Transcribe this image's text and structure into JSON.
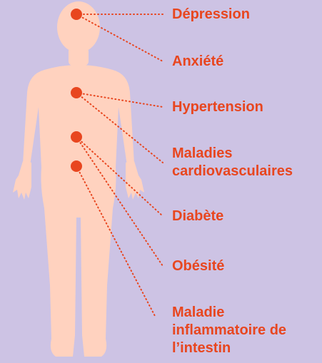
{
  "colors": {
    "background": "#cdc3e4",
    "body": "#ffd2bf",
    "accent": "#e8461f"
  },
  "conditions": [
    {
      "id": "depression",
      "lines": [
        "Dépression"
      ]
    },
    {
      "id": "anxiete",
      "lines": [
        "Anxiété"
      ]
    },
    {
      "id": "hypertension",
      "lines": [
        "Hypertension"
      ]
    },
    {
      "id": "maladies-cardiovasculaires",
      "lines": [
        "Maladies",
        "cardiovasculaires"
      ]
    },
    {
      "id": "diabete",
      "lines": [
        "Diabète"
      ]
    },
    {
      "id": "obesite",
      "lines": [
        "Obésité"
      ]
    },
    {
      "id": "maladie-inflammatoire-intestin",
      "lines": [
        "Maladie",
        "inflammatoire de",
        "l’intestin"
      ]
    }
  ]
}
